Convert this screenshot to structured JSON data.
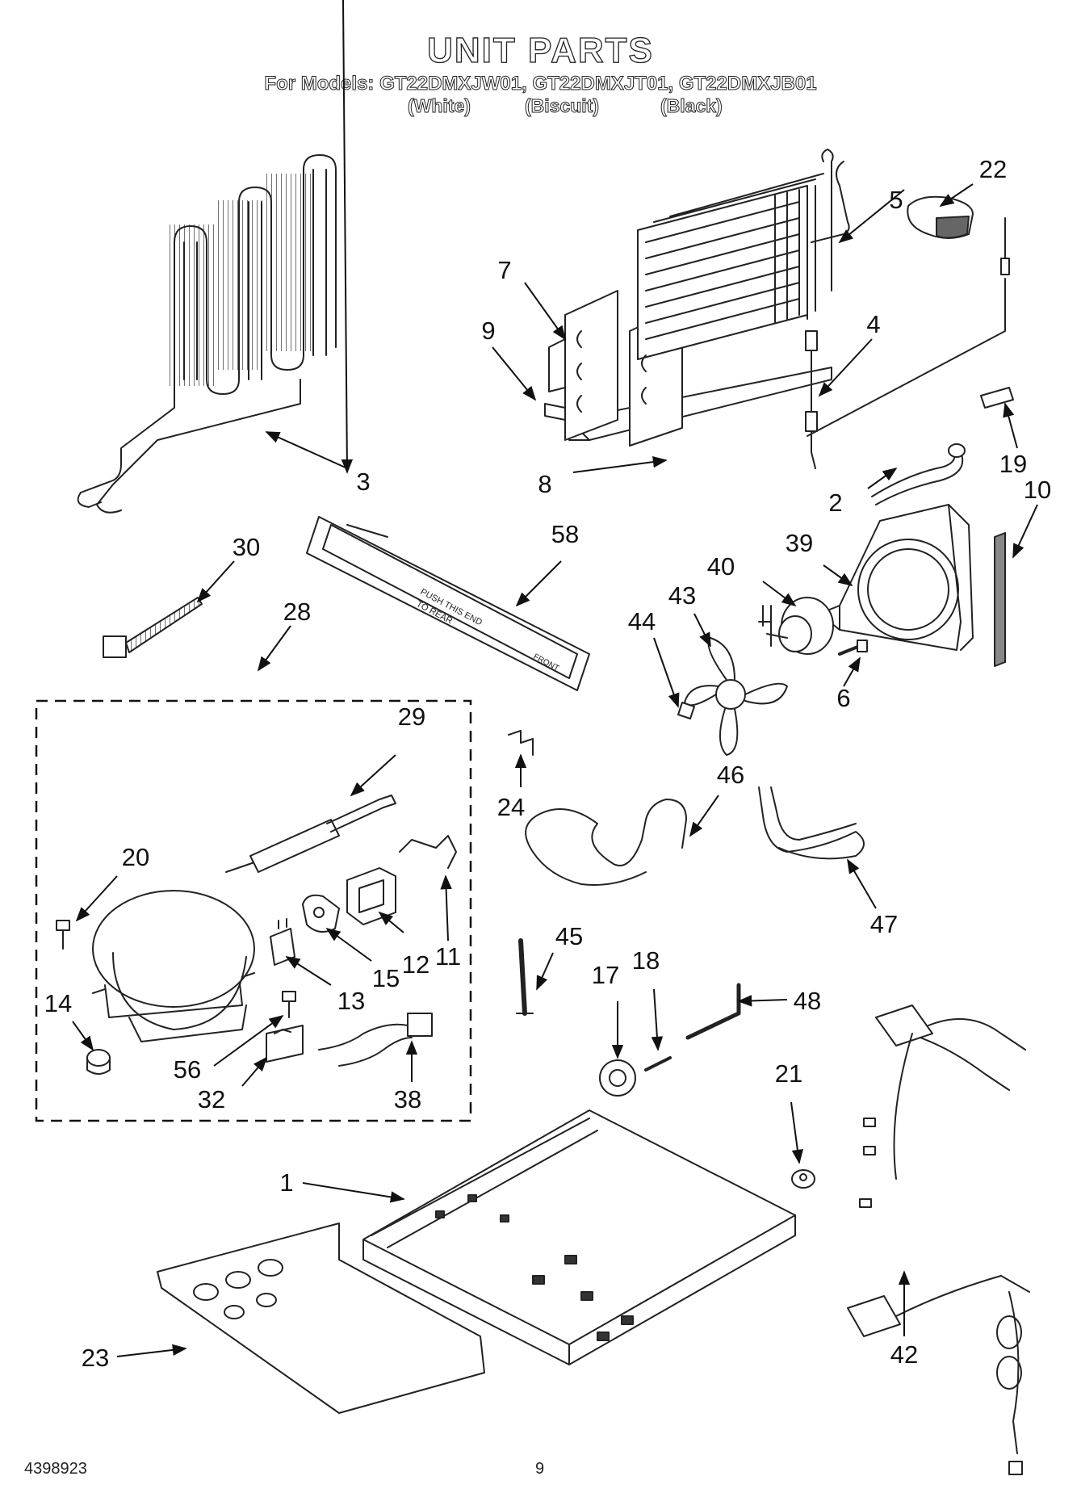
{
  "header": {
    "title": "UNIT PARTS",
    "models": "For Models: GT22DMXJW01, GT22DMXJT01, GT22DMXJB01",
    "finishes": [
      "(White)",
      "(Biscuit)",
      "(Black)"
    ]
  },
  "footer": {
    "doc_number": "4398923",
    "page_number": "9"
  },
  "callouts": [
    "1",
    "2",
    "3",
    "4",
    "5",
    "6",
    "7",
    "8",
    "9",
    "10",
    "11",
    "12",
    "13",
    "14",
    "15",
    "17",
    "18",
    "19",
    "20",
    "21",
    "22",
    "23",
    "24",
    "28",
    "29",
    "30",
    "32",
    "38",
    "39",
    "40",
    "42",
    "43",
    "44",
    "45",
    "46",
    "47",
    "48",
    "56",
    "58"
  ],
  "stamp_text": {
    "tray_line1": "PUSH THIS END",
    "tray_line2": "TO REAR",
    "tray_front": "FRONT"
  }
}
